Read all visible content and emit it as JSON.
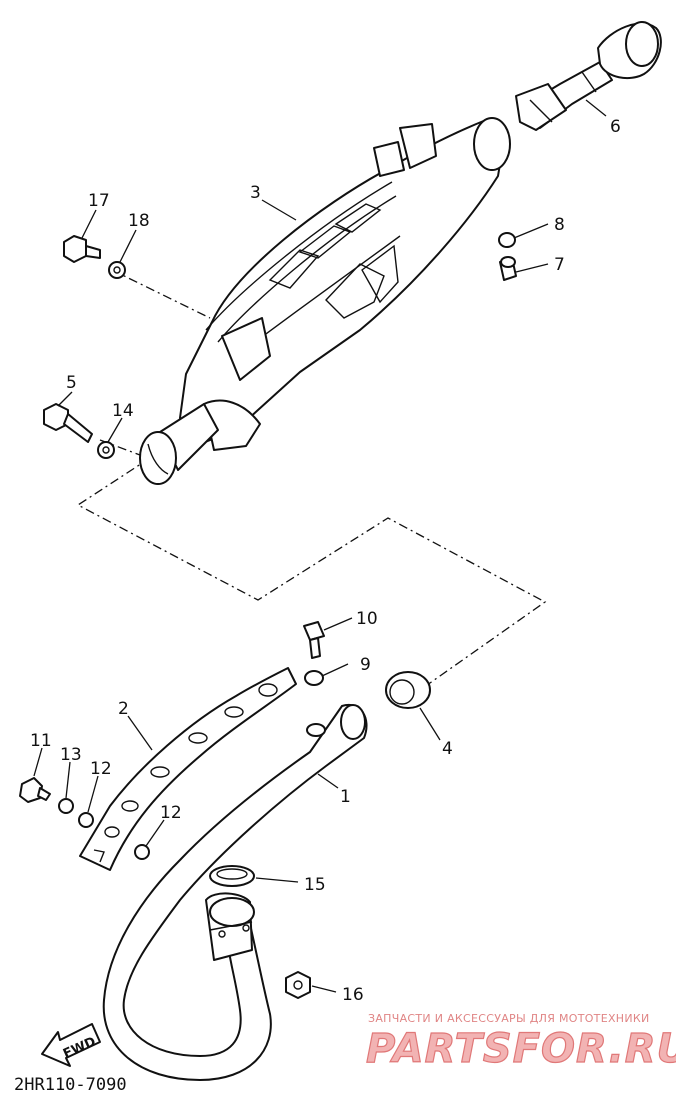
{
  "labels": {
    "p1": "1",
    "p2": "2",
    "p3": "3",
    "p4": "4",
    "p5": "5",
    "p6": "6",
    "p7": "7",
    "p8": "8",
    "p9": "9",
    "p10": "10",
    "p11": "11",
    "p12a": "12",
    "p12b": "12",
    "p13": "13",
    "p14": "14",
    "p15": "15",
    "p16": "16",
    "p17": "17",
    "p18": "18"
  },
  "diagram_code": "2HR110-7090",
  "fwd_label": "FWD",
  "watermark": {
    "tagline": "ЗАПЧАСТИ И АКСЕССУАРЫ ДЛЯ МОТОТЕХНИКИ",
    "brand": "PARTSFOR.RU"
  }
}
